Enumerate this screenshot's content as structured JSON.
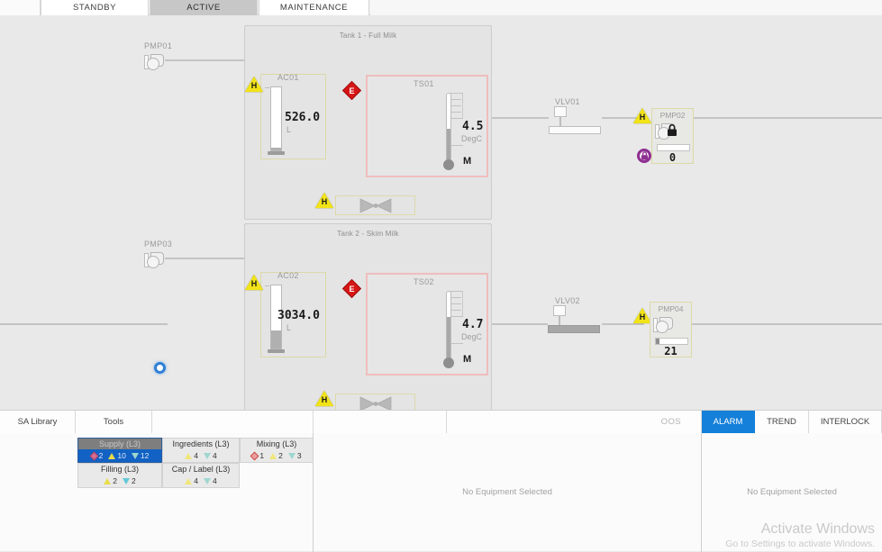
{
  "window": {
    "mode_tabs": [
      {
        "label": "",
        "state": "blank"
      },
      {
        "label": "STANDBY",
        "state": "normal"
      },
      {
        "label": "ACTIVE",
        "state": "selected"
      },
      {
        "label": "MAINTENANCE",
        "state": "normal"
      }
    ]
  },
  "colors": {
    "alarm_high_yellow": "#f2e318",
    "alarm_critical_red": "#d61616",
    "alarm_purple": "#8e2f91",
    "tab_accent_blue": "#1480da",
    "selected_tile_blue": "#1162c4",
    "pink_frame": "#f0bdbd",
    "yellow_frame": "#ddd9a8",
    "canvas_bg": "#e9e9e9"
  },
  "graphic": {
    "pumps_left": [
      {
        "tag": "PMP01"
      },
      {
        "tag": "PMP03"
      }
    ],
    "tanks": [
      {
        "title": "Tank 1 - Full Milk",
        "level": {
          "tag": "AC01",
          "value": "526.0",
          "unit": "L",
          "fill_percent": 4,
          "alarm_badge": "H"
        },
        "temperature": {
          "tag": "TS01",
          "value": "4.5",
          "unit": "DegC",
          "mode": "M",
          "alarm_badge": "E",
          "fill_percent": 48
        },
        "outlet_valve": {
          "alarm_badge": "H",
          "type": "butterfly-valve-icon"
        }
      },
      {
        "title": "Tank 2 - Skim Milk",
        "level": {
          "tag": "AC02",
          "value": "3034.0",
          "unit": "L",
          "fill_percent": 28,
          "alarm_badge": "H"
        },
        "temperature": {
          "tag": "TS02",
          "value": "4.7",
          "unit": "DegC",
          "mode": "M",
          "alarm_badge": "E",
          "fill_percent": 62
        },
        "outlet_valve": {
          "alarm_badge": "H",
          "type": "butterfly-valve-icon"
        }
      }
    ],
    "valves": [
      {
        "tag": "VLV01",
        "state": "open"
      },
      {
        "tag": "VLV02",
        "state": "closed"
      }
    ],
    "discharge_pumps": [
      {
        "tag": "PMP02",
        "value": "0",
        "bar_percent": 0,
        "alarm_badge": "H",
        "secondary_badge": "lock-icon",
        "locked": true
      },
      {
        "tag": "PMP04",
        "value": "21",
        "bar_percent": 10,
        "alarm_badge": "H",
        "locked": false
      }
    ],
    "status_indicator": {
      "name": "blue-ring-indicator"
    }
  },
  "dock": {
    "left": {
      "tabs": [
        {
          "label": "SA Library",
          "state": "normal"
        },
        {
          "label": "Tools",
          "state": "normal"
        },
        {
          "label": "",
          "state": "normal"
        }
      ],
      "tiles": [
        {
          "label": "Supply (L3)",
          "selected": true,
          "counts": [
            {
              "glyph": "diamond-red",
              "value": "2"
            },
            {
              "glyph": "triangle-up-yellow",
              "value": "10"
            },
            {
              "glyph": "triangle-down-teal",
              "value": "12"
            }
          ]
        },
        {
          "label": "Ingredients (L3)",
          "selected": false,
          "counts": [
            {
              "glyph": "triangle-up-yellow",
              "value": "4"
            },
            {
              "glyph": "triangle-down-teal",
              "value": "4"
            }
          ]
        },
        {
          "label": "Mixing (L3)",
          "selected": false,
          "counts": [
            {
              "glyph": "diamond-red",
              "value": "1"
            },
            {
              "glyph": "triangle-up-yellow",
              "value": "2"
            },
            {
              "glyph": "triangle-down-teal",
              "value": "3"
            }
          ]
        },
        {
          "label": "Filling (L3)",
          "selected": false,
          "counts": [
            {
              "glyph": "triangle-up-yellow",
              "value": "2"
            },
            {
              "glyph": "triangle-down-teal",
              "value": "2"
            }
          ]
        },
        {
          "label": "Cap / Label (L3)",
          "selected": false,
          "counts": [
            {
              "glyph": "triangle-up-yellow",
              "value": "4"
            },
            {
              "glyph": "triangle-down-teal",
              "value": "4"
            }
          ]
        }
      ]
    },
    "middle": {
      "empty_message": "No Equipment Selected",
      "oos_label": "OOS"
    },
    "right": {
      "tabs": [
        {
          "label": "ALARM",
          "state": "selected"
        },
        {
          "label": "TREND",
          "state": "normal"
        },
        {
          "label": "INTERLOCK",
          "state": "normal"
        }
      ],
      "empty_message": "No Equipment Selected"
    }
  },
  "watermark": {
    "line1": "Activate Windows",
    "line2": "Go to Settings to activate Windows."
  }
}
